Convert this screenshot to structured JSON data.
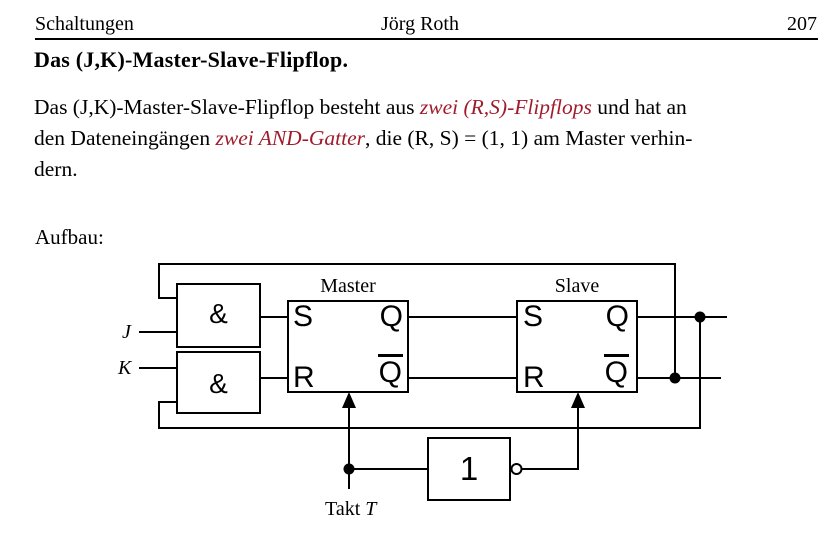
{
  "header": {
    "left": "Schaltungen",
    "center": "Jörg Roth",
    "page_number": "207"
  },
  "title": "Das (J,K)-Master-Slave-Flipflop.",
  "paragraph": {
    "l1a": "Das (J,K)-Master-Slave-Flipflop besteht aus ",
    "l1b": "zwei (R,S)-Flipflops",
    "l1c": " und hat an",
    "l2a": "den Dateneingängen ",
    "l2b": "zwei AND-Gatter",
    "l2c": ", die (R, S) = (1, 1) am Master verhin-",
    "l3": "dern."
  },
  "section_label": "Aufbau:",
  "colors": {
    "accent_red": "#a01c2c",
    "ink": "#000000"
  },
  "diagram": {
    "j_input": "J",
    "k_input": "K",
    "and_gate_1": "&",
    "and_gate_2": "&",
    "master_caption": "Master",
    "slave_caption": "Slave",
    "master_s": "S",
    "master_r": "R",
    "master_q": "Q",
    "master_qbar": "Q",
    "slave_s": "S",
    "slave_r": "R",
    "slave_q": "Q",
    "slave_qbar": "Q",
    "inverter": "1",
    "clock_label": "Takt ",
    "clock_symbol": "T"
  }
}
